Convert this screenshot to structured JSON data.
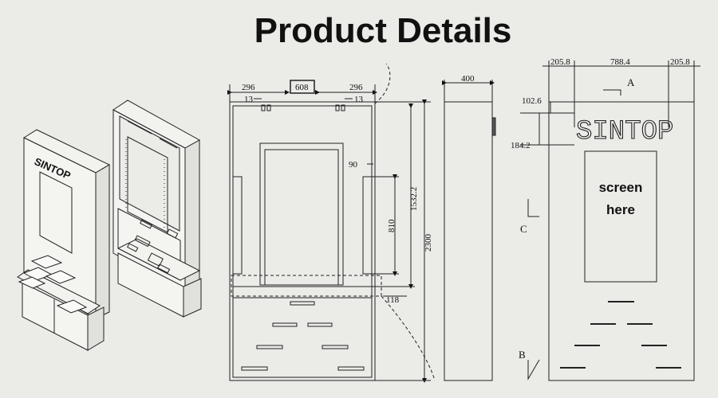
{
  "title": "Product Details",
  "brand": "SINTOP",
  "screen_text": [
    "screen",
    "here"
  ],
  "front_view": {
    "top_left": "296",
    "top_center": "608",
    "top_right": "296",
    "notch_left": "13",
    "notch_right": "13",
    "side_gap": "90",
    "screen_height": "810",
    "cutout_height": "1532.2",
    "total_height": "2300",
    "base_offset": "118"
  },
  "side_view": {
    "depth": "400"
  },
  "right_view": {
    "left_margin": "205.8",
    "logo_width": "788.4",
    "right_margin": "205.8",
    "logo_top": "102.6",
    "logo_height": "184.2",
    "section_a": "A",
    "section_b": "B",
    "section_c": "C"
  }
}
